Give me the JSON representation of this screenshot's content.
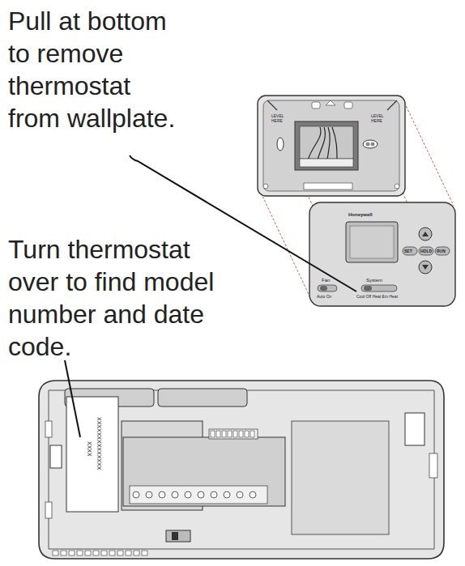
{
  "diagram": {
    "labels": [
      "Pull at bottom to remove thermostat from wallplate.",
      "Turn thermostat over to find model number and date code.",
      "LEVEL HERE",
      "LEVEL HERE",
      "Honeywell",
      "SET",
      "HOLD",
      "RUN",
      "Fan",
      "Auto On",
      "System",
      "Cool Off Heat Em Heat",
      "XXXXXXXXXXXXXX",
      "XXXX"
    ]
  }
}
